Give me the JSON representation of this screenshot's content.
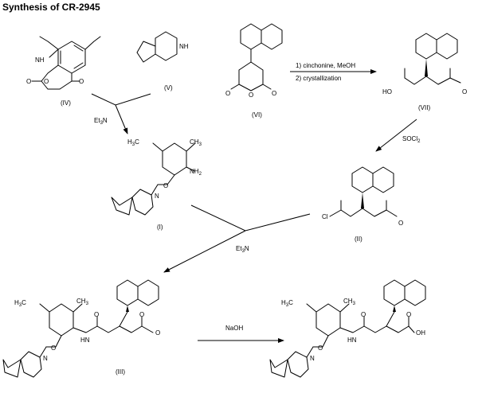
{
  "title": "Synthesis of CR-2945",
  "compounds": {
    "IV": "(IV)",
    "V": "(V)",
    "VI": "(VI)",
    "VII": "(VII)",
    "I": "(I)",
    "II": "(II)",
    "III": "(III)"
  },
  "reagents": {
    "step1_line1": "1) cinchonine, MeOH",
    "step1_line2": "2) crystallization",
    "socl2": "SOCl",
    "socl2_sub": "2",
    "et3n_a": "Et",
    "et3n_a_sub": "3",
    "et3n_a_n": "N",
    "et3n_b": "Et",
    "et3n_b_sub": "3",
    "et3n_b_n": "N",
    "naoh": "NaOH"
  },
  "atoms": {
    "nh": "NH",
    "n": "N",
    "o": "O",
    "ho": "HO",
    "oh": "OH",
    "cl": "Cl",
    "h": "H",
    "nh2": "NH",
    "nh2_sub": "2",
    "hn": "N",
    "h3c": "H",
    "h3c_sub": "3",
    "h3c_c": "C",
    "ch3": "CH",
    "ch3_sub": "3"
  }
}
